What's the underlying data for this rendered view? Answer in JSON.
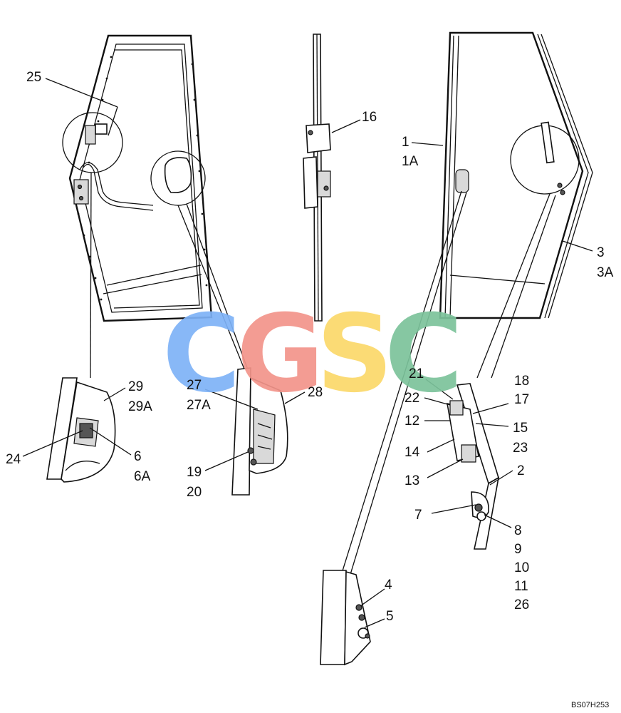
{
  "labels": {
    "l25": "25",
    "l16": "16",
    "l1": "1",
    "l1a": "1A",
    "l3": "3",
    "l3a": "3A",
    "l29": "29",
    "l29a": "29A",
    "l24": "24",
    "l6": "6",
    "l6a": "6A",
    "l27": "27",
    "l27a": "27A",
    "l28": "28",
    "l19": "19",
    "l20": "20",
    "l21": "21",
    "l22": "22",
    "l12": "12",
    "l14": "14",
    "l13": "13",
    "l18": "18",
    "l17": "17",
    "l15": "15",
    "l23": "23",
    "l2": "2",
    "l7": "7",
    "l8": "8",
    "l9": "9",
    "l10": "10",
    "l11": "11",
    "l26": "26",
    "l4": "4",
    "l5": "5"
  },
  "watermark": {
    "c1": "C",
    "g": "G",
    "s": "S",
    "c2": "C"
  },
  "colors": {
    "blue": "#7eb2f7",
    "red": "#f3948a",
    "yellow": "#fbd86a",
    "green": "#7cc39b"
  },
  "drawing_code": "BS07H253"
}
